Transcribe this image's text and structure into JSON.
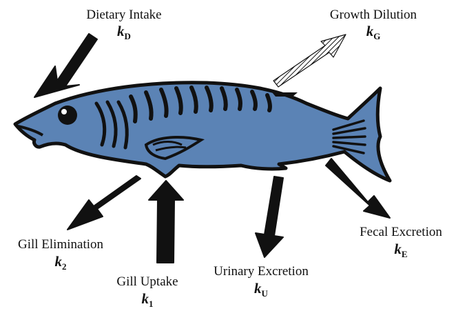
{
  "colors": {
    "fish_body": "#5b83b5",
    "fish_outline": "#111111",
    "arrow_fill": "#111111",
    "growth_arrow": "hatched-white-black",
    "background": "#ffffff"
  },
  "processes": [
    {
      "id": "dietary-intake",
      "label": "Dietary Intake",
      "symbol": "k",
      "subscript": "D",
      "direction": "into-fish"
    },
    {
      "id": "growth-dilution",
      "label": "Growth Dilution",
      "symbol": "k",
      "subscript": "G",
      "direction": "out-of-fish"
    },
    {
      "id": "gill-elimination",
      "label": "Gill Elimination",
      "symbol": "k",
      "subscript": "2",
      "direction": "out-of-fish"
    },
    {
      "id": "gill-uptake",
      "label": "Gill Uptake",
      "symbol": "k",
      "subscript": "1",
      "direction": "into-fish"
    },
    {
      "id": "urinary-excretion",
      "label": "Urinary Excretion",
      "symbol": "k",
      "subscript": "U",
      "direction": "out-of-fish"
    },
    {
      "id": "fecal-excretion",
      "label": "Fecal Excretion",
      "symbol": "k",
      "subscript": "E",
      "direction": "out-of-fish"
    }
  ]
}
